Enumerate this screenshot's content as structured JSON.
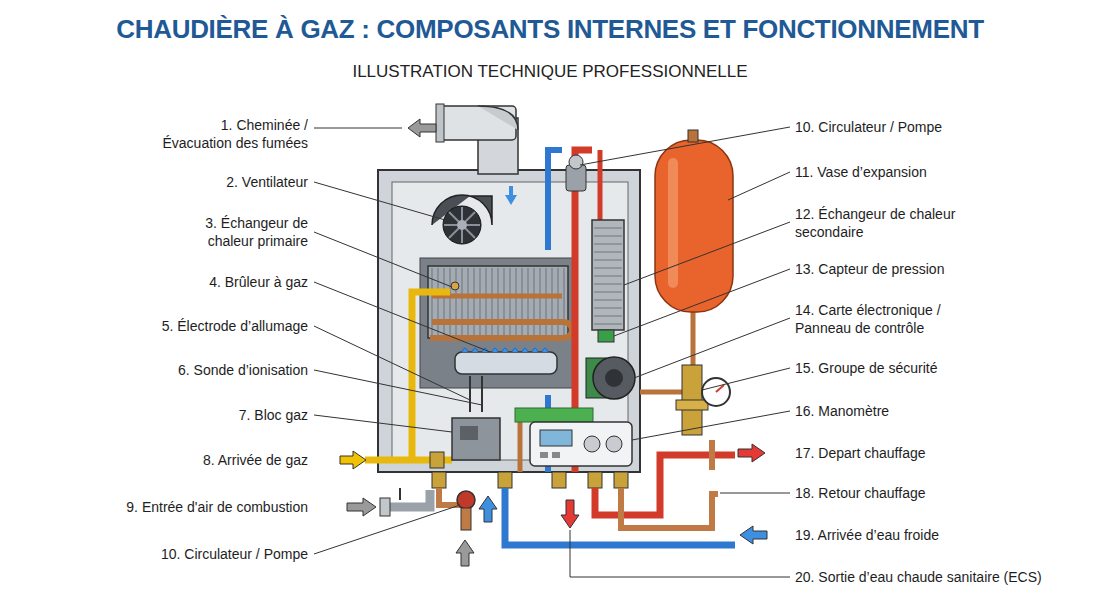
{
  "diagram": {
    "title": "CHAUDIÈRE À GAZ : COMPOSANTS INTERNES ET FONCTIONNEMENT",
    "labels": [
      "ILLUSTRATION TECHNIQUE PROFESSIONNELLE",
      "1. Cheminée / Évacuation des fumées",
      "2. Ventilateur",
      "3. Échangeur de chaleur primaire",
      "4. Brûleur à gaz",
      "5. Électrode d’allumage",
      "6. Sonde d’ionisation",
      "7. Bloc gaz",
      "8. Arrivée de gaz",
      "9. Entrée d'air de combustion",
      "10. Circulateur / Pompe",
      "10. Circulateur / Pompe",
      "11. Vase d’expansion",
      "12. Échangeur de chaleur secondaire",
      "13. Capteur de pression",
      "14. Carte électronique / Panneau de contrôle",
      "15. Groupe de sécurité",
      "16. Manomètre",
      "17. Depart chauffage",
      "18. Retour chauffage",
      "19. Arrivée d’eau froide",
      "20. Sortie d’eau chaude sanitaire (ECS)"
    ]
  }
}
